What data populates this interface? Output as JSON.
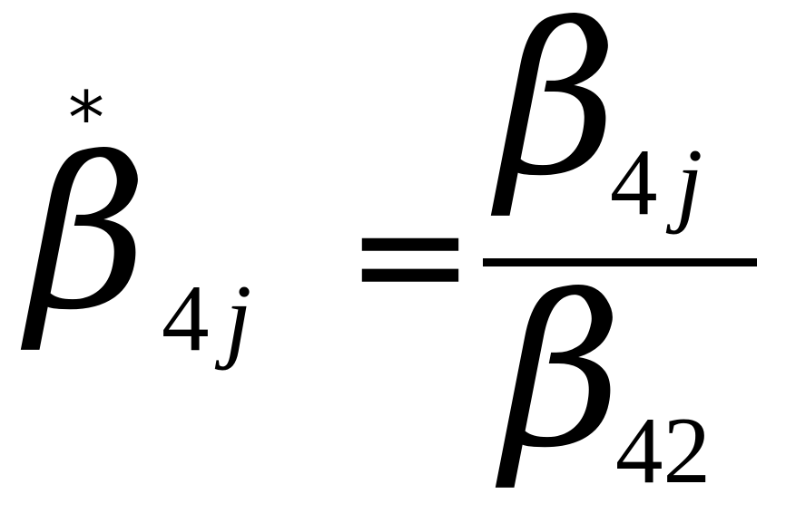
{
  "formula": {
    "lhs": {
      "symbol": "β",
      "accent": "*",
      "sub_index": "4",
      "sub_var": "j"
    },
    "relation": "=",
    "rhs": {
      "numerator": {
        "symbol": "β",
        "sub_index": "4",
        "sub_var": "j"
      },
      "denominator": {
        "symbol": "β",
        "sub": "42"
      }
    }
  }
}
